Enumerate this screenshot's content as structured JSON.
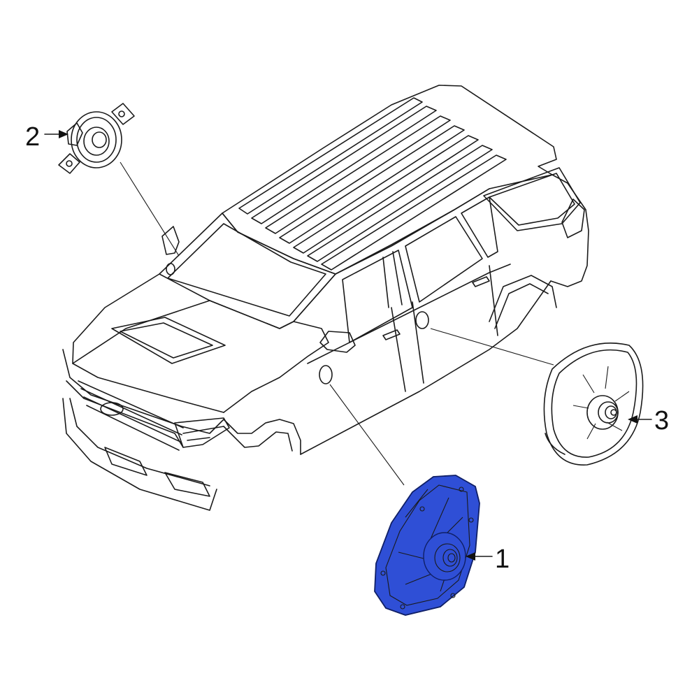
{
  "callouts": [
    {
      "id": "1",
      "label": "1",
      "part": "speaker"
    },
    {
      "id": "2",
      "label": "2",
      "part": "tweeter"
    },
    {
      "id": "3",
      "label": "3",
      "part": "speaker"
    }
  ],
  "colors": {
    "highlight": "#2f4fd6",
    "line": "#1a1a1a",
    "background": "#ffffff"
  }
}
